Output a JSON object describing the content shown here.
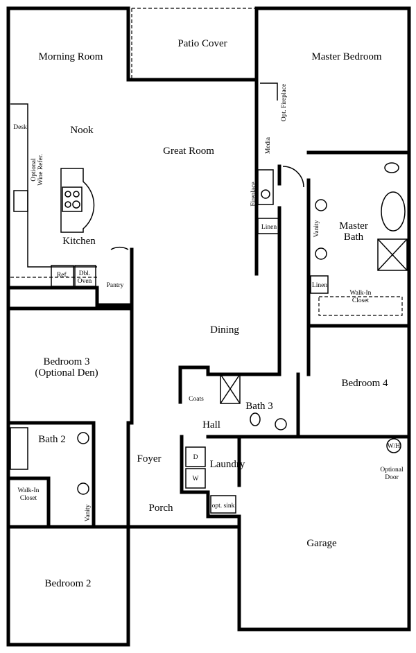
{
  "rooms": {
    "morning_room": "Morning Room",
    "patio_cover": "Patio Cover",
    "master_bedroom": "Master Bedroom",
    "nook": "Nook",
    "great_room": "Great Room",
    "kitchen": "Kitchen",
    "master_bath_1": "Master",
    "master_bath_2": "Bath",
    "dining": "Dining",
    "bedroom3_1": "Bedroom 3",
    "bedroom3_2": "(Optional Den)",
    "bedroom4": "Bedroom 4",
    "bath3": "Bath 3",
    "hall": "Hall",
    "bath2": "Bath 2",
    "foyer": "Foyer",
    "laundry": "Laundry",
    "porch": "Porch",
    "garage": "Garage",
    "bedroom2": "Bedroom 2"
  },
  "labels": {
    "desk": "Desk",
    "wine_1": "Optional",
    "wine_2": "Wine Refer.",
    "ref": "Ref.",
    "oven_1": "Dbl.",
    "oven_2": "Oven",
    "pantry": "Pantry",
    "opt_fireplace": "Opt. Fireplace",
    "media": "Media",
    "fireplace": "Fireplace",
    "linen_1": "Linen",
    "vanity_mb": "Vanity",
    "linen_2": "Linen",
    "closet_mb_1": "Walk-In",
    "closet_mb_2": "Closet",
    "coats": "Coats",
    "closet_b2_1": "Walk-In",
    "closet_b2_2": "Closet",
    "vanity_b2": "Vanity",
    "dryer": "D",
    "washer": "W",
    "opt_sink": "opt. sink",
    "water_heater": "W/H",
    "opt_door_1": "Optional",
    "opt_door_2": "Door"
  }
}
